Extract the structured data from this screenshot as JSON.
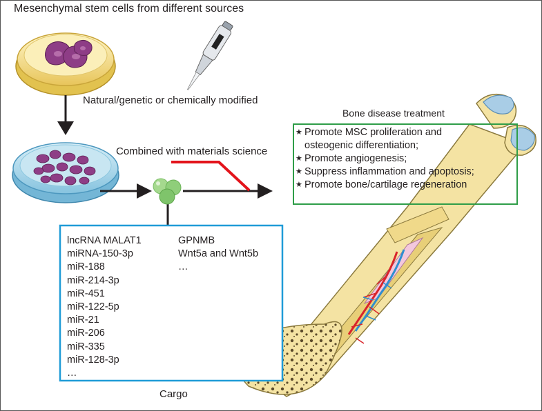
{
  "title": "Mesenchymal stem cells from different sources",
  "modification_label": "Natural/genetic or chemically modified",
  "materials_label": "Combined with materials science",
  "treatment": {
    "title": "Bone disease treatment",
    "items": [
      "Promote MSC proliferation and osteogenic differentiation;",
      "Promote angiogenesis;",
      "Suppress inflammation and apoptosis;",
      "Promote bone/cartilage regeneration"
    ]
  },
  "cargo": {
    "label": "Cargo",
    "column1": [
      "lncRNA MALAT1",
      "miRNA-150-3p",
      "miR-188",
      "miR-214-3p",
      "miR-451",
      "miR-122-5p",
      "miR-21",
      "miR-206",
      "miR-335",
      "miR-128-3p",
      "…"
    ],
    "column2": [
      "GPNMB",
      "Wnt5a and Wnt5b",
      "…"
    ]
  },
  "colors": {
    "cargo_box": "#1f9bd7",
    "treatment_box": "#2e9d48",
    "materials_line": "#e3141b",
    "cell": "#8e3d86",
    "vesicle": "#8fce7a",
    "bone": "#f4e3a3"
  },
  "icons": [
    "petri-dish-icon",
    "pipette-icon",
    "culture-dish-icon",
    "extracellular-vesicle-icon",
    "femur-bone-icon",
    "star-bullet-icon"
  ]
}
